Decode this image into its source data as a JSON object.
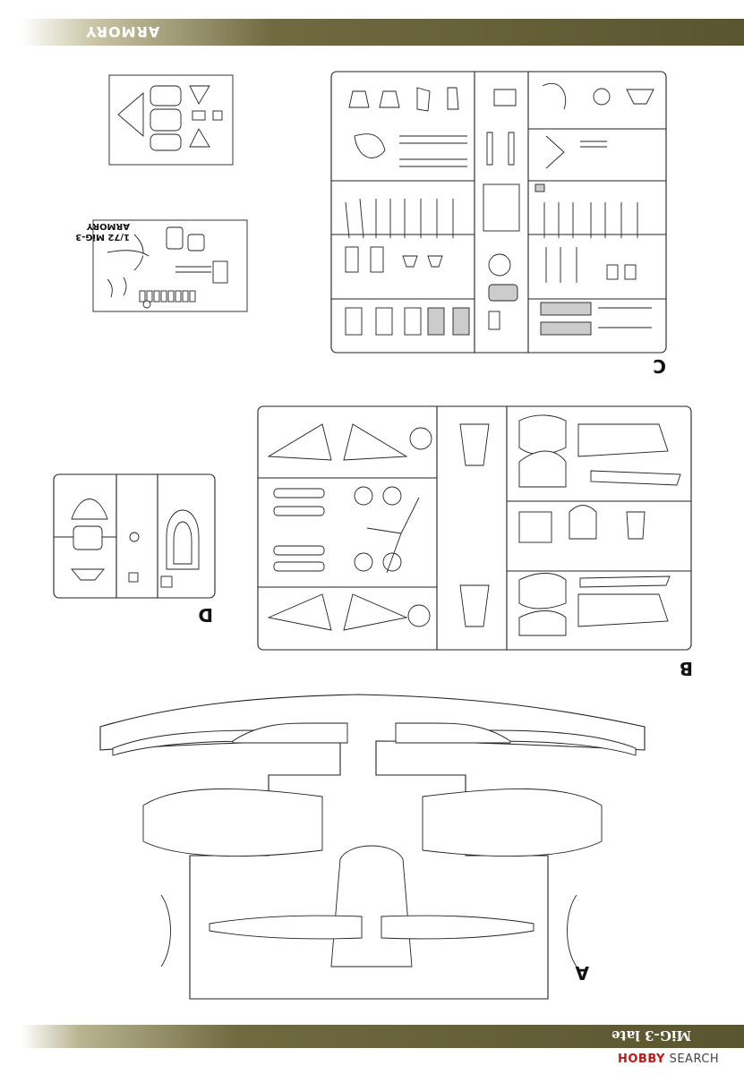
{
  "header": {
    "brand": "ARMORY"
  },
  "footer": {
    "title": "MiG-3 late",
    "watermark_prefix": "HOBBY",
    "watermark_suffix": "SEARCH"
  },
  "photoetch": {
    "brand": "ARMORY",
    "scale_label": "1/72 MiG-3"
  },
  "sprues": {
    "A": {
      "letter": "A"
    },
    "B": {
      "letter": "B"
    },
    "C": {
      "letter": "C"
    },
    "D": {
      "letter": "D"
    }
  }
}
